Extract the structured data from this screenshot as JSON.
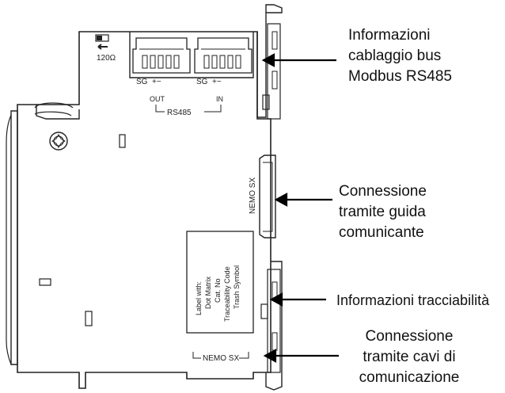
{
  "device": {
    "switch_label": "120Ω",
    "port_out_pins": "SG  +−",
    "port_in_pins": "SG  +−",
    "out_label": "OUT",
    "in_label": "IN",
    "bus_label": "RS485",
    "side_label_vertical": "NEMO SX",
    "bottom_label": "NEMO SX",
    "label_box_lines": [
      "Label with:",
      "Dot Matrix",
      "Cat. No",
      "Traceability Code",
      "Trash Symbol"
    ]
  },
  "callouts": [
    {
      "lines": [
        "Informazioni",
        "cablaggio bus",
        "Modbus RS485"
      ]
    },
    {
      "lines": [
        "Connessione",
        "tramite guida",
        "comunicante"
      ]
    },
    {
      "lines": [
        "Informazioni tracciabilità"
      ]
    },
    {
      "lines": [
        "Connessione",
        "tramite cavi di",
        "comunicazione"
      ]
    }
  ],
  "colors": {
    "line": "#222222",
    "text": "#111111",
    "background": "#ffffff"
  }
}
